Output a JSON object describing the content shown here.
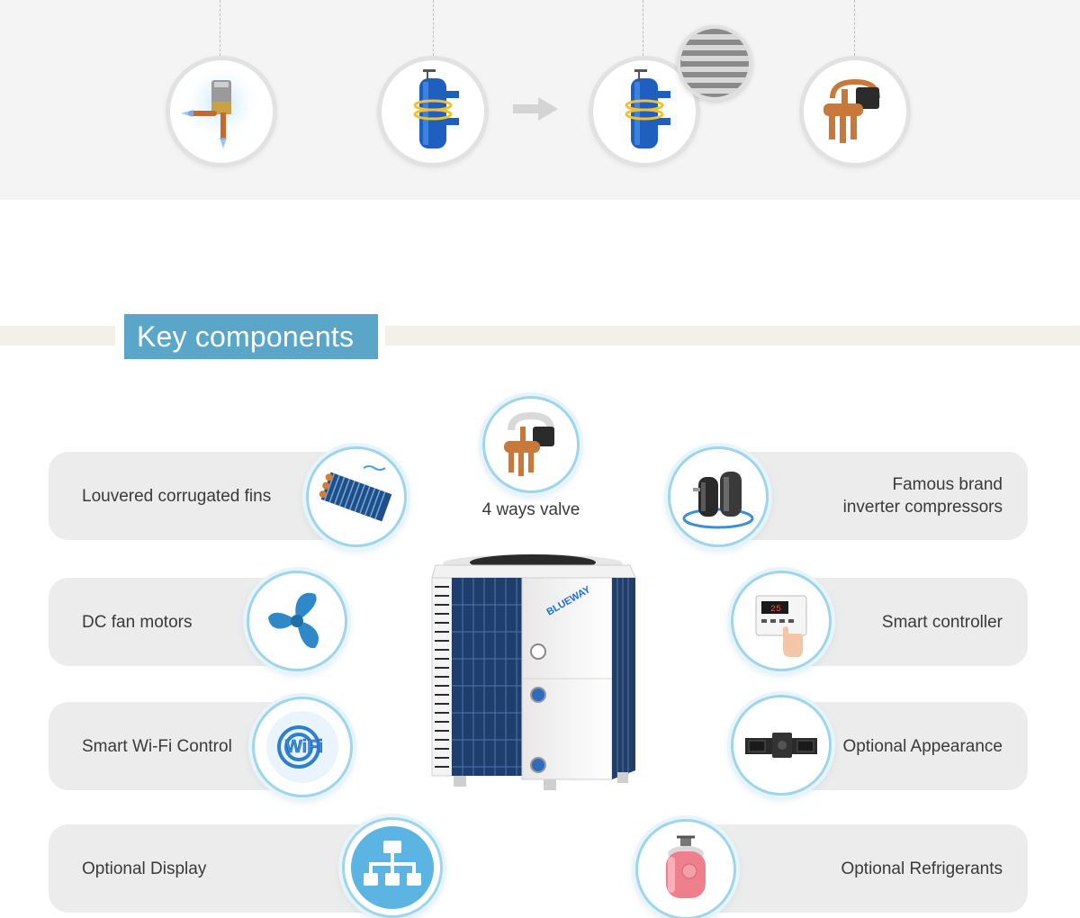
{
  "section": {
    "title": "Key components"
  },
  "top_icons": [
    {
      "name": "expansion-valve-icon"
    },
    {
      "name": "heat-exchanger-icon"
    },
    {
      "name": "heat-exchanger-coil-icon"
    },
    {
      "name": "four-way-valve-icon"
    }
  ],
  "components": {
    "fins": {
      "label": "Louvered corrugated fins",
      "icon": "fins-icon"
    },
    "valve": {
      "label": "4 ways valve",
      "icon": "four-way-valve-icon"
    },
    "compressors": {
      "label_line1": "Famous brand",
      "label_line2": "inverter compressors",
      "icon": "compressor-icon"
    },
    "fan": {
      "label": "DC fan motors",
      "icon": "fan-blade-icon"
    },
    "controller": {
      "label": "Smart controller",
      "icon": "controller-icon",
      "screen_text": "25"
    },
    "wifi": {
      "label": "Smart Wi-Fi Control",
      "icon": "wifi-icon",
      "badge": "WiFi"
    },
    "appearance": {
      "label": "Optional Appearance",
      "icon": "appearance-icon"
    },
    "display": {
      "label": "Optional Display",
      "icon": "network-display-icon"
    },
    "refrigerants": {
      "label": "Optional Refrigerants",
      "icon": "refrigerant-cylinder-icon"
    }
  },
  "product": {
    "brand": "BLUEWAY"
  },
  "colors": {
    "accent": "#5aa6c8",
    "card_bg": "#ececec",
    "circle_border": "#9fd5ec",
    "top_bg": "#f4f4f4"
  }
}
